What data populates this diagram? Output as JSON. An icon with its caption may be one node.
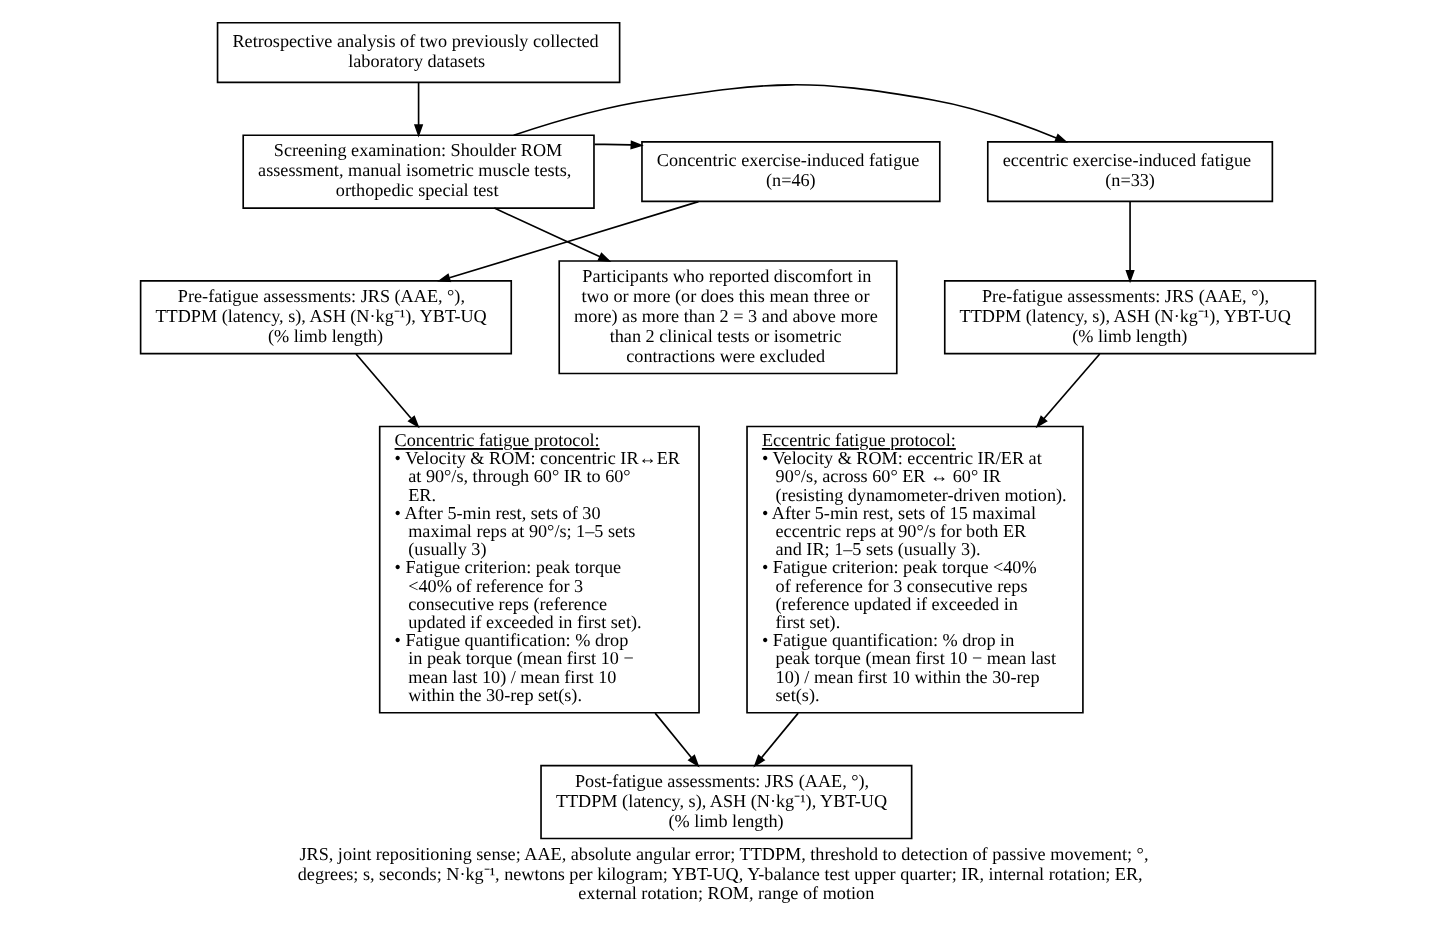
{
  "diagram": {
    "caption": "JRS, joint repositioning sense; AAE, absolute angular error; TTDPM, threshold to detection of passive movement; °, degrees; s, seconds; N·kg⁻¹, newtons per kilogram; YBT-UQ, Y-balance test upper quarter; IR, internal rotation; ER, external rotation; ROM, range of motion",
    "nodes": [
      {
        "text": [
          "Retrospective analysis of two previously collected laboratory datasets"
        ]
      },
      {
        "text": [
          "Concentric exercise-induced fatigue (n=46)"
        ]
      },
      {
        "text": [
          "Screening examination: Shoulder ROM assessment, manual isometric muscle tests, orthopedic special test"
        ]
      },
      {
        "text": [
          "eccentric exercise-induced fatigue (n=33)"
        ]
      },
      {
        "text": [
          "Pre-fatigue assessments: JRS (AAE, °), TTDPM (latency, s), ASH (N·kg⁻¹), YBT-UQ (% limb length)"
        ]
      },
      {
        "text": [
          "Participants who reported discomfort in two or more (or does this mean three or more) as more than 2 = 3 and above more than 2 clinical tests or isometric contractions were excluded"
        ]
      },
      {
        "text": [
          "Pre-fatigue assessments: JRS (AAE, °), TTDPM (latency, s), ASH (N·kg⁻¹), YBT-UQ (% limb length)"
        ]
      },
      {
        "text": [
          "Concentric fatigue protocol:",
          "• Velocity & ROM: concentric IR↔ER at 90°/s, through 60° IR to 60° ER.",
          "• After 5-min rest, sets of 30 maximal reps at 90°/s; 1–5 sets (usually 3)",
          "• Fatigue criterion: peak torque <40% of reference for 3 consecutive reps (reference updated if exceeded in first set).",
          "• Fatigue quantification: % drop in peak torque (mean first 10 − mean last 10) / mean first 10 within the 30-rep set(s)."
        ]
      },
      {
        "text": [
          "Eccentric fatigue protocol:",
          "• Velocity & ROM: eccentric IR/ER at 90°/s, across 60° ER ↔ 60° IR (resisting dynamometer-driven motion).",
          "• After 5-min rest, sets of 15 maximal eccentric reps at 90°/s for both ER and IR; 1–5 sets (usually 3).",
          "• Fatigue criterion: peak torque <40% of reference for 3 consecutive reps (reference updated if exceeded in first set).",
          "• Fatigue quantification: % drop in peak torque (mean first 10 − mean last 10) / mean first 10 within the 30-rep set(s)."
        ]
      },
      {
        "text": [
          "Post-fatigue assessments: JRS (AAE, °), TTDPM (latency, s), ASH (N·kg⁻¹), YBT-UQ (% limb length)"
        ]
      }
    ],
    "edges": [
      {
        "from": 0,
        "to": 2,
        "arrow": "to"
      },
      {
        "from": 2,
        "to": 1,
        "arrow": "to"
      },
      {
        "from": 2,
        "to": 3,
        "arrow": "to"
      },
      {
        "from": 1,
        "to": 4,
        "arrow": "to"
      },
      {
        "from": 2,
        "to": 5,
        "arrow": "to"
      },
      {
        "from": 3,
        "to": 6,
        "arrow": "to"
      },
      {
        "from": 4,
        "to": 7,
        "arrow": "to"
      },
      {
        "from": 6,
        "to": 8,
        "arrow": "to"
      },
      {
        "from": 7,
        "to": 9,
        "arrow": "to"
      },
      {
        "from": 8,
        "to": 9,
        "arrow": "to"
      }
    ]
  }
}
